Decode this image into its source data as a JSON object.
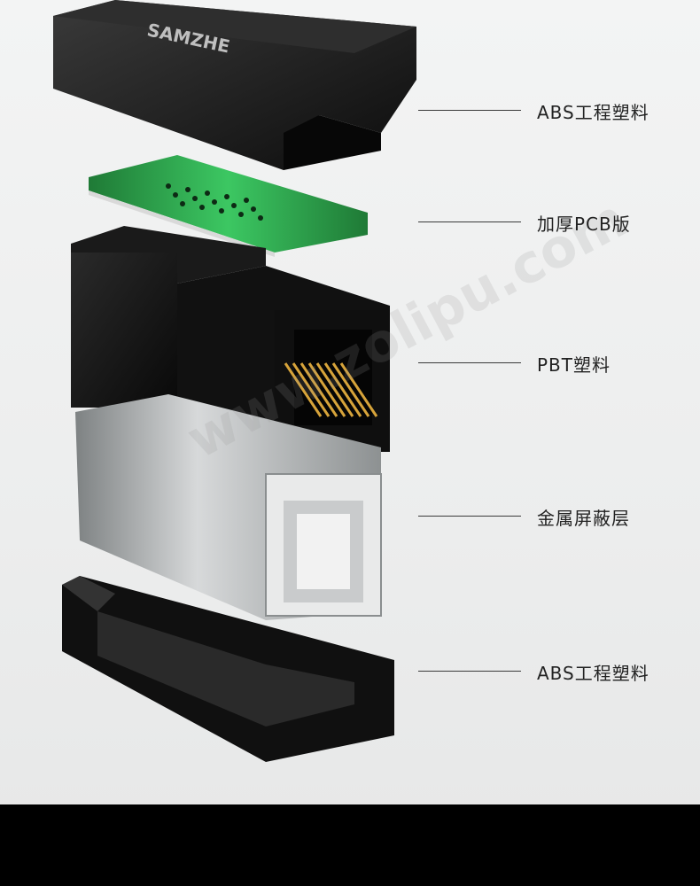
{
  "brand_logo_text": "SAMZHE",
  "watermark_text": "www.zolipu.com",
  "labels": [
    {
      "text": "ABS工程塑料"
    },
    {
      "text": "加厚PCB版"
    },
    {
      "text": "PBT塑料"
    },
    {
      "text": "金属屏蔽层"
    },
    {
      "text": "ABS工程塑料"
    }
  ],
  "colors": {
    "plastic": "#141414",
    "pcb": "#2fa84f",
    "metal": "#b9bcbd",
    "pins": "#d6a33a",
    "footer": "#000000"
  }
}
